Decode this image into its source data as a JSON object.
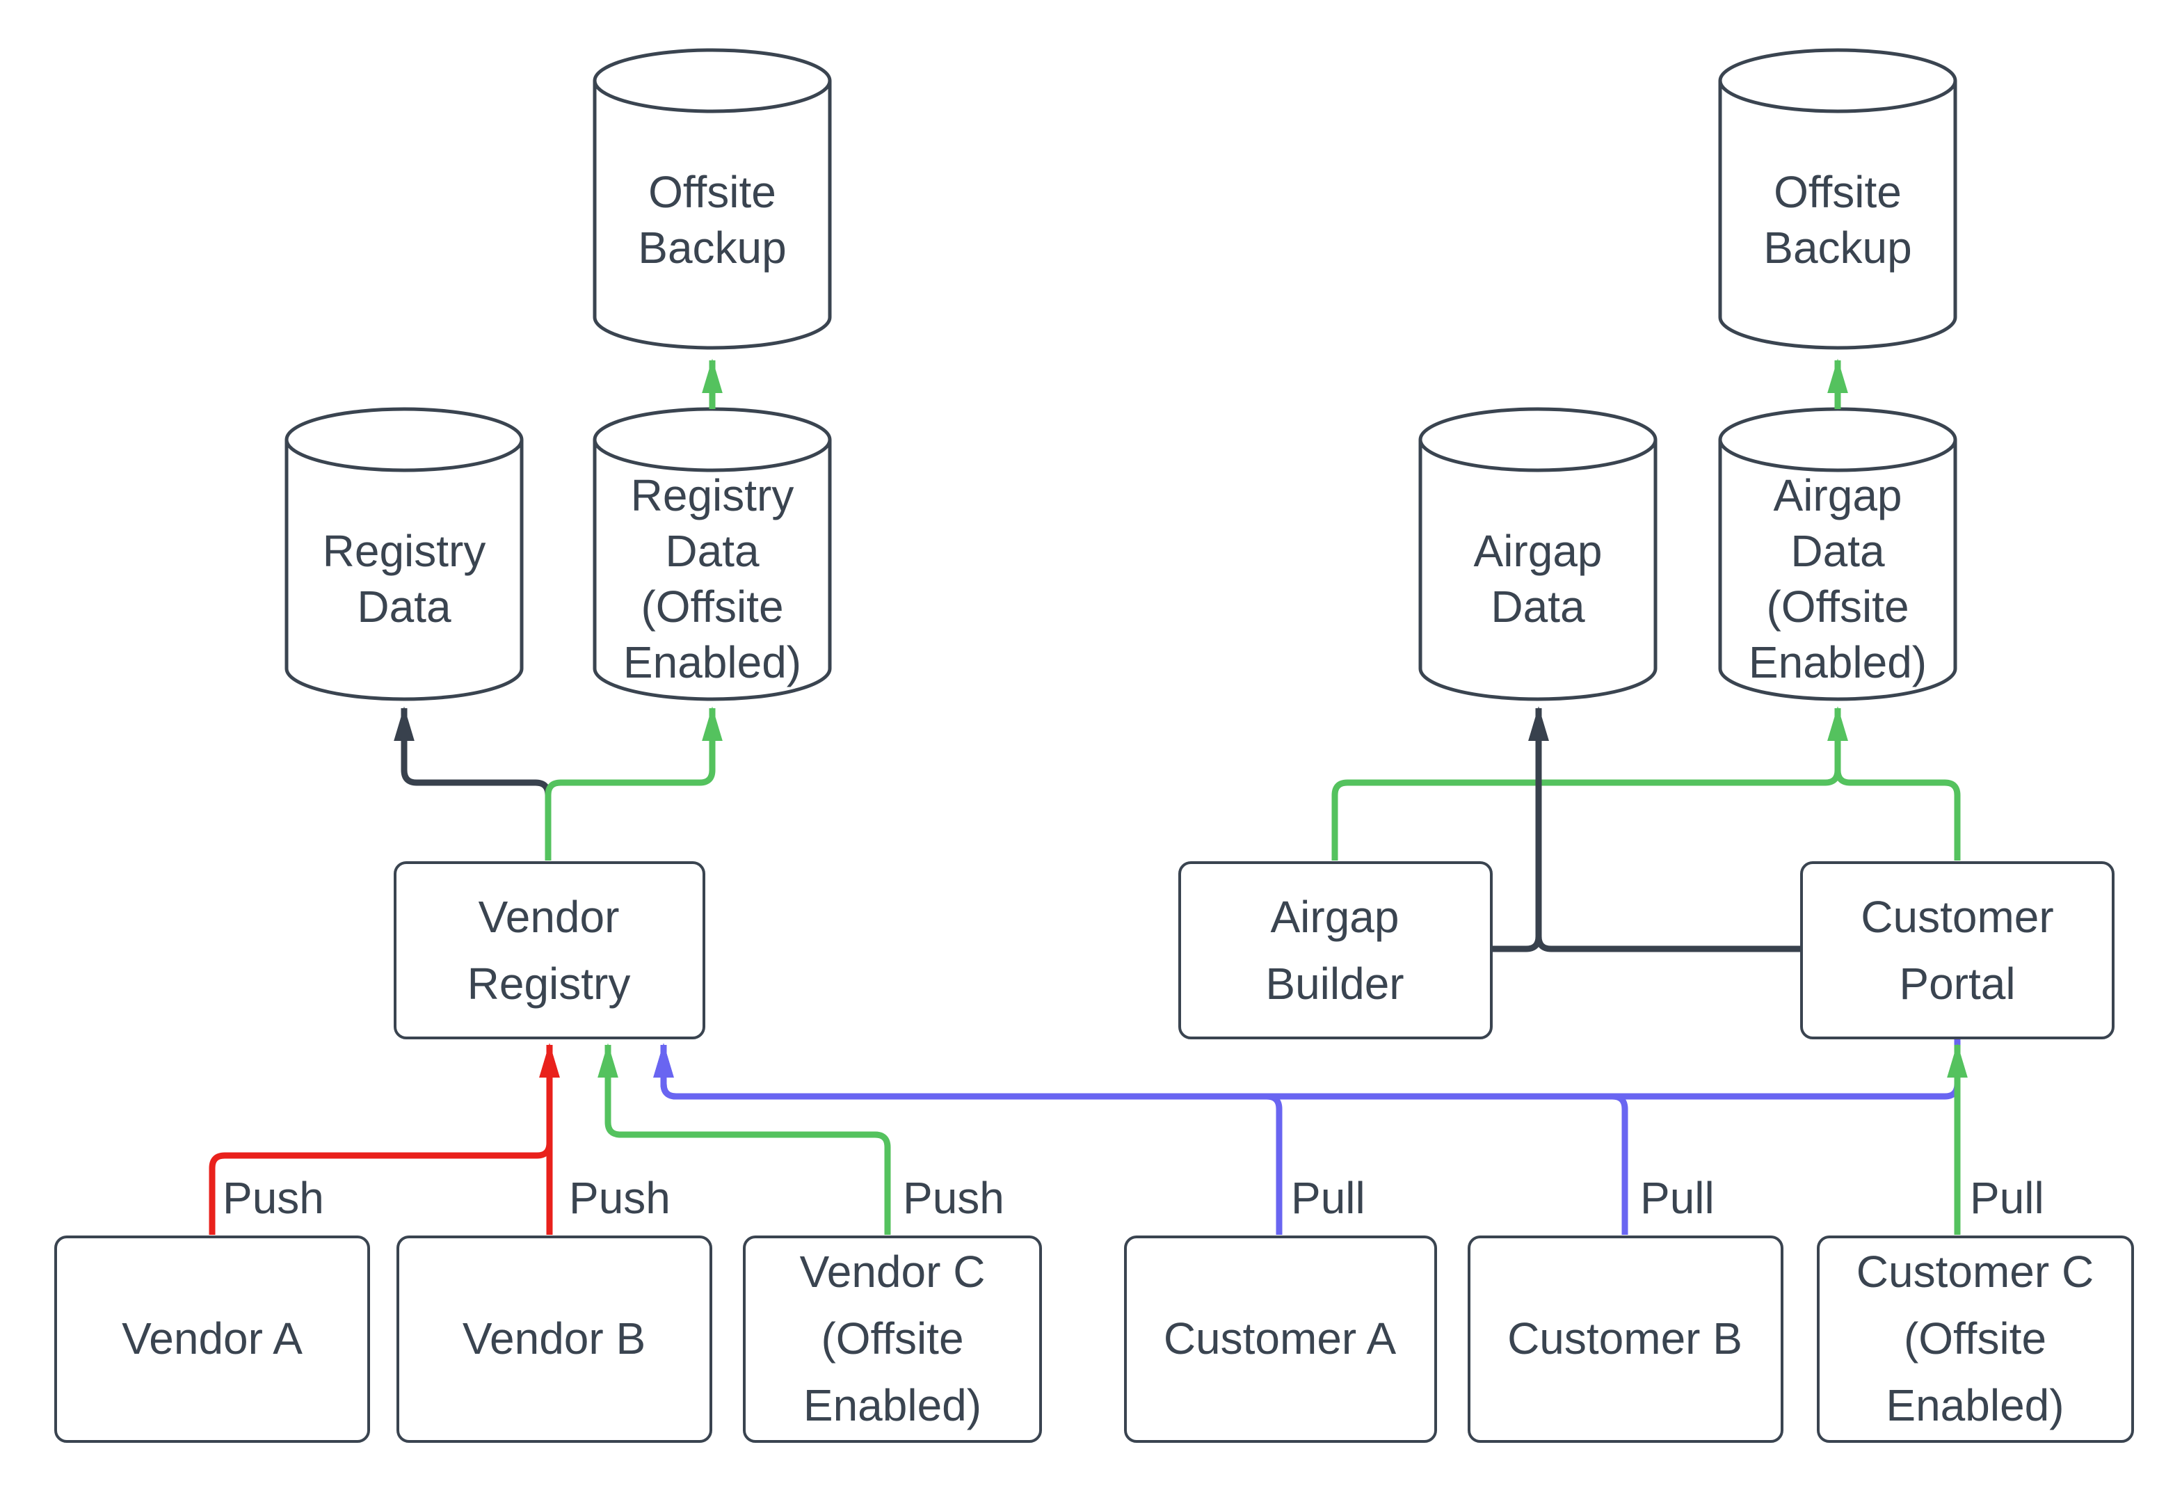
{
  "colors": {
    "node_stroke": "#3a4450",
    "text": "#3a4450",
    "dark_edge": "#38414d",
    "green": "#54c25e",
    "push_red": "#e9211c",
    "pull_blue": "#6965f1",
    "background": "#ffffff"
  },
  "nodes": {
    "offsite_backup_left": {
      "label": "Offsite\nBackup",
      "shape": "cylinder"
    },
    "registry_data": {
      "label": "Registry\nData",
      "shape": "cylinder"
    },
    "registry_data_offsite": {
      "label": "Registry\nData\n(Offsite\nEnabled)",
      "shape": "cylinder"
    },
    "offsite_backup_right": {
      "label": "Offsite\nBackup",
      "shape": "cylinder"
    },
    "airgap_data": {
      "label": "Airgap\nData",
      "shape": "cylinder"
    },
    "airgap_data_offsite": {
      "label": "Airgap\nData\n(Offsite\nEnabled)",
      "shape": "cylinder"
    },
    "vendor_registry": {
      "label": "Vendor\nRegistry",
      "shape": "rect"
    },
    "airgap_builder": {
      "label": "Airgap\nBuilder",
      "shape": "rect"
    },
    "customer_portal": {
      "label": "Customer\nPortal",
      "shape": "rect"
    },
    "vendor_a": {
      "label": "Vendor A",
      "shape": "rect"
    },
    "vendor_b": {
      "label": "Vendor B",
      "shape": "rect"
    },
    "vendor_c": {
      "label": "Vendor C\n(Offsite\nEnabled)",
      "shape": "rect"
    },
    "customer_a": {
      "label": "Customer A",
      "shape": "rect"
    },
    "customer_b": {
      "label": "Customer B",
      "shape": "rect"
    },
    "customer_c": {
      "label": "Customer C\n(Offsite\nEnabled)",
      "shape": "rect"
    }
  },
  "edge_labels": {
    "push_a": "Push",
    "push_b": "Push",
    "push_c": "Push",
    "pull_a": "Pull",
    "pull_b": "Pull",
    "pull_c": "Pull"
  }
}
